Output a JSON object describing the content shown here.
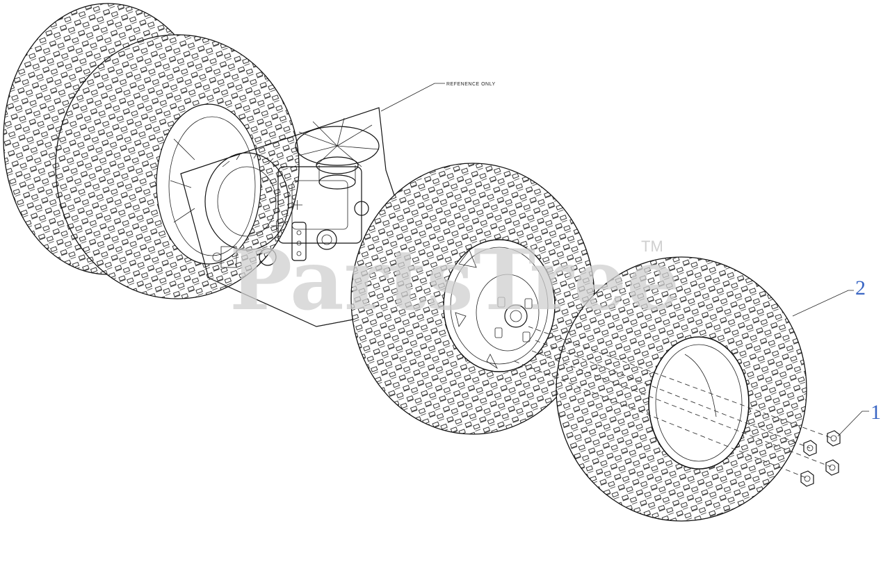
{
  "diagram": {
    "reference_note": "REFENENCE ONLY",
    "watermark": "PartsTree",
    "trademark": "TM",
    "callouts": [
      {
        "number": "1",
        "part": "lug-nut"
      },
      {
        "number": "2",
        "part": "rear-wheel-assembly"
      }
    ],
    "colors": {
      "callout": "#3a66c4",
      "linework": "#111111",
      "watermark": "#cfcfcf"
    }
  }
}
